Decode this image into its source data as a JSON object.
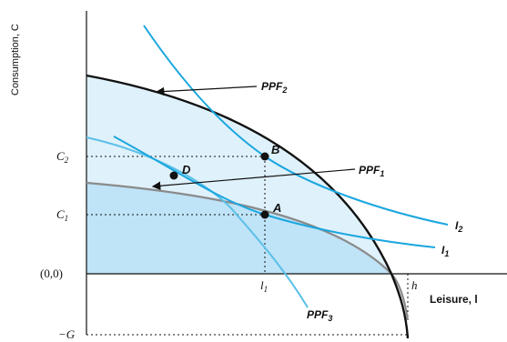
{
  "axes": {
    "y_label": "Consumption, C",
    "x_label": "Leisure, l"
  },
  "ticks": {
    "c2": "C",
    "c2_sub": "2",
    "c1": "C",
    "c1_sub": "1",
    "origin": "(0,0)",
    "neg_g": "−G",
    "l1": "l",
    "l1_sub": "1",
    "h": "h"
  },
  "curves": {
    "ppf2": {
      "label": "PPF",
      "sub": "2"
    },
    "ppf1": {
      "label": "PPF",
      "sub": "1"
    },
    "ppf3": {
      "label": "PPF",
      "sub": "3"
    },
    "i2": {
      "label": "I",
      "sub": "2"
    },
    "i1": {
      "label": "I",
      "sub": "1"
    }
  },
  "points": {
    "a": "A",
    "b": "B",
    "d": "D"
  },
  "colors": {
    "ppf2": "#111111",
    "ppf1": "#8a8a8a",
    "ppf3": "#5ac0e8",
    "indifference": "#1aa6df",
    "fill_outer": "#dff1fb",
    "fill_inner": "#bfe3f7"
  }
}
